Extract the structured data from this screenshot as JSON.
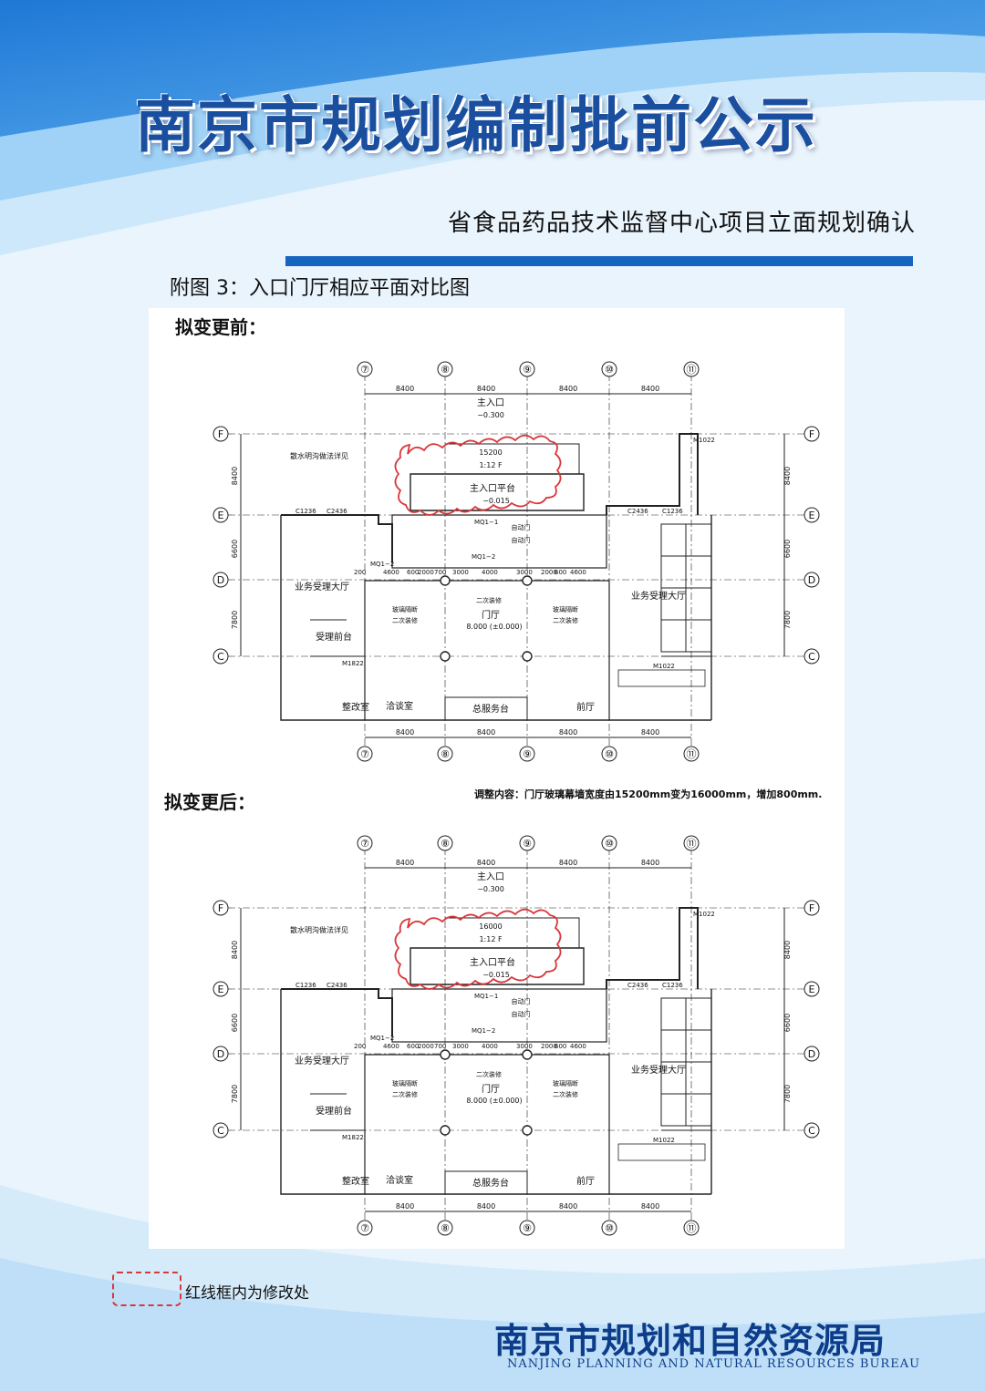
{
  "header": {
    "title": "南京市规划编制批前公示",
    "subtitle": "省食品药品技术监督中心项目立面规划确认"
  },
  "figure": {
    "caption": "附图 3：入口门厅相应平面对比图",
    "before_label": "拟变更前：",
    "after_label": "拟变更后：",
    "adjustment_note": "调整内容：门厅玻璃幕墙宽度由15200mm变为16000mm，增加800mm."
  },
  "plan_labels": {
    "grid_cols": [
      "⑦",
      "⑧",
      "⑨",
      "⑩",
      "⑪"
    ],
    "grid_rows": [
      "F",
      "E",
      "D",
      "C"
    ],
    "bay_dims": [
      "8400",
      "8400",
      "8400",
      "8400"
    ],
    "row_dims": [
      "8400",
      "6600",
      "7800"
    ],
    "main_entrance": "主入口",
    "entrance_level": "−0.300",
    "platform": "主入口平台",
    "platform_level": "−0.015",
    "slope": "1:12 F",
    "width_before": "15200",
    "width_after": "16000",
    "lobby": "门厅",
    "lobby_level": "8.000 (±0.000)",
    "business_hall": "业务受理大厅",
    "reception": "受理前台",
    "meeting": "洽谈室",
    "archive": "整改室",
    "service_desk": "总服务台",
    "front_hall": "前厅",
    "secondary_fitout": "二次装修",
    "glass_partition": "玻璃隔断",
    "drain_note": "散水明沟做法详见",
    "auto_door": "自动门",
    "dims_row": [
      "200",
      "4600",
      "600",
      "2000",
      "700",
      "3000",
      "4000",
      "3000",
      "2000",
      "600",
      "4600"
    ],
    "door_codes": [
      "MQ1−2",
      "MQ1−1",
      "C1236",
      "C2436",
      "M1022",
      "M1822"
    ]
  },
  "legend": {
    "text": "红线框内为修改处"
  },
  "footer": {
    "org_cn": "南京市规划和自然资源局",
    "org_en": "NANJING PLANNING AND NATURAL RESOURCES BUREAU"
  },
  "colors": {
    "brand_blue": "#1565c0",
    "title_blue": "#1a4fa0",
    "revision_red": "#d9373a"
  }
}
